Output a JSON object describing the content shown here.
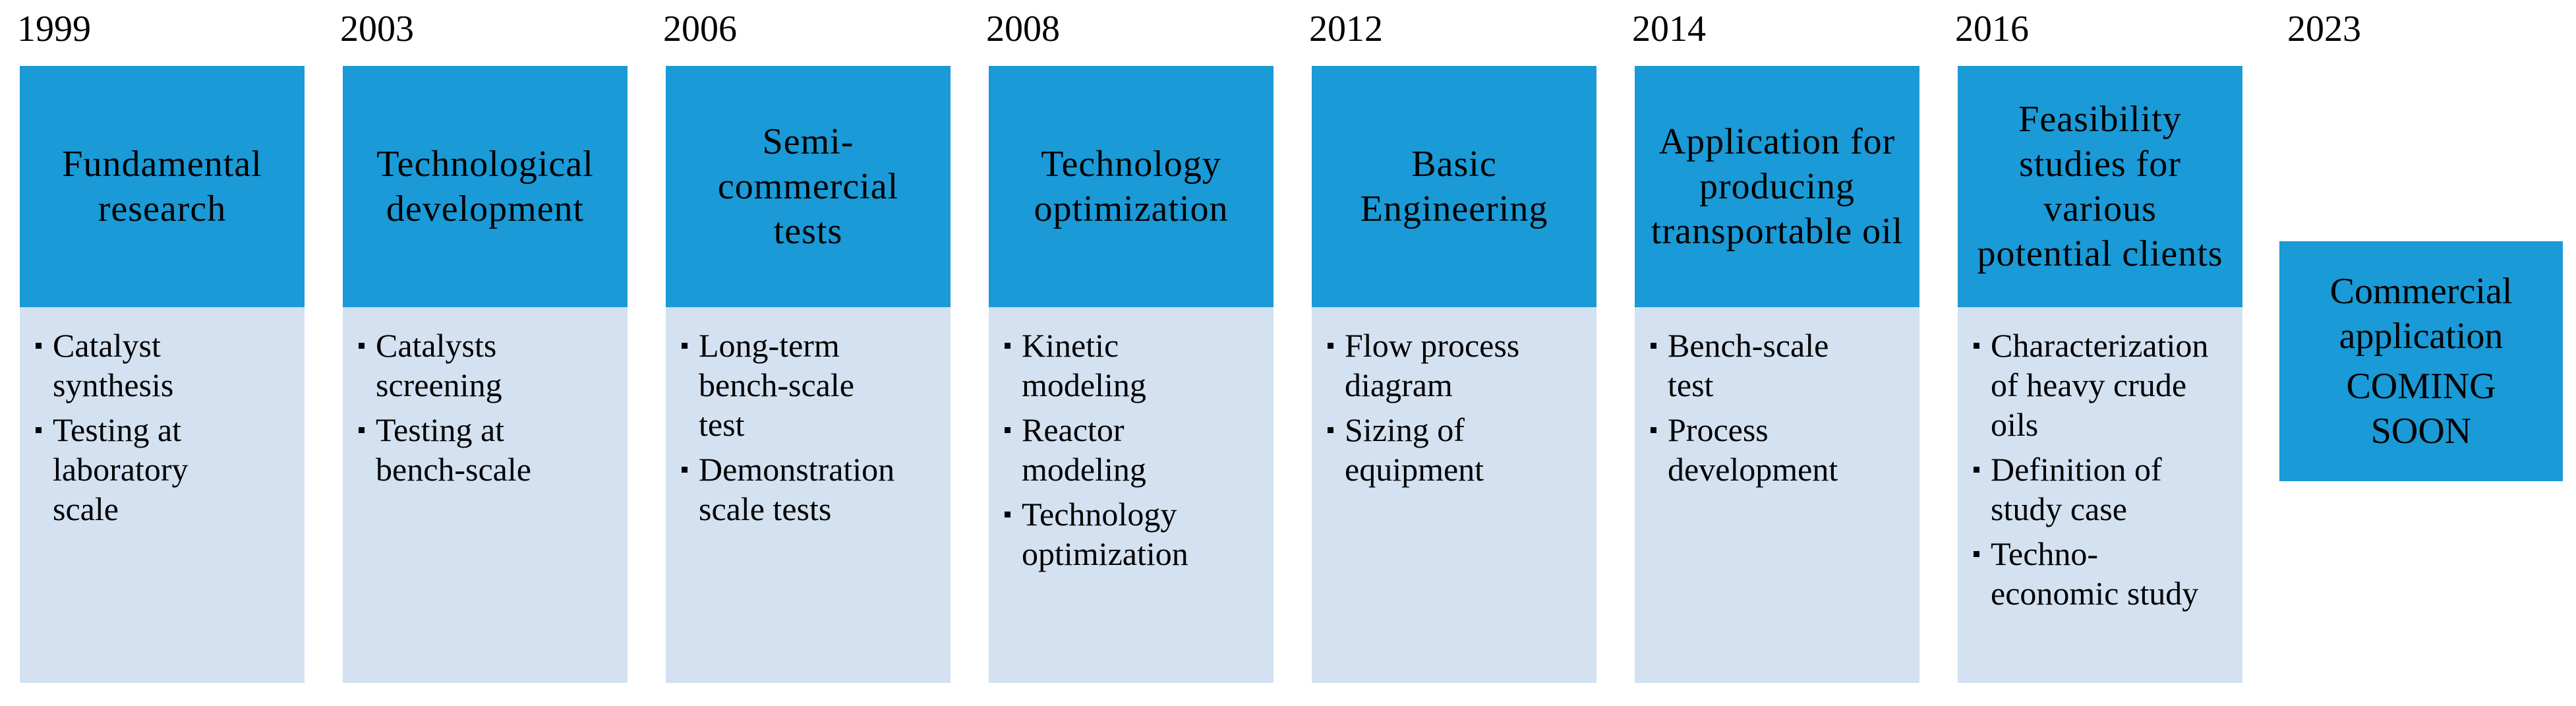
{
  "stages": [
    {
      "year": "1999",
      "title_lines": [
        "Fundamental",
        "research"
      ],
      "bullets": [
        {
          "lines": [
            "Catalyst",
            "synthesis"
          ]
        },
        {
          "lines": [
            "Testing at",
            "laboratory",
            "scale"
          ]
        }
      ]
    },
    {
      "year": "2003",
      "title_lines": [
        "Technological",
        "development"
      ],
      "bullets": [
        {
          "lines": [
            "Catalysts",
            "screening"
          ]
        },
        {
          "lines": [
            "Testing at",
            "bench-scale"
          ]
        }
      ]
    },
    {
      "year": "2006",
      "title_lines": [
        "Semi-",
        "commercial",
        "tests"
      ],
      "bullets": [
        {
          "lines": [
            "Long-term",
            "bench-scale",
            "test"
          ]
        },
        {
          "lines": [
            "Demonstration",
            "scale tests"
          ]
        }
      ]
    },
    {
      "year": "2008",
      "title_lines": [
        "Technology",
        "optimization"
      ],
      "bullets": [
        {
          "lines": [
            "Kinetic",
            "modeling"
          ]
        },
        {
          "lines": [
            "Reactor",
            "modeling"
          ]
        },
        {
          "lines": [
            "Technology",
            "optimization"
          ]
        }
      ]
    },
    {
      "year": "2012",
      "title_lines": [
        "Basic",
        "Engineering"
      ],
      "bullets": [
        {
          "lines": [
            "Flow process",
            "diagram"
          ]
        },
        {
          "lines": [
            "Sizing of",
            "equipment"
          ]
        }
      ]
    },
    {
      "year": "2014",
      "title_lines": [
        "Application for",
        "producing",
        "transportable oil"
      ],
      "bullets": [
        {
          "lines": [
            "Bench-scale",
            "test"
          ]
        },
        {
          "lines": [
            "Process",
            "development"
          ]
        }
      ]
    },
    {
      "year": "2016",
      "title_lines": [
        "Feasibility",
        "studies for",
        "various",
        "potential clients"
      ],
      "bullets": [
        {
          "lines": [
            "Characterization",
            "of heavy crude",
            "oils"
          ]
        },
        {
          "lines": [
            "Definition of",
            "study case"
          ]
        },
        {
          "lines": [
            "Techno-",
            "economic study"
          ]
        }
      ]
    }
  ],
  "final": {
    "year": "2023",
    "title_lines": [
      "Commercial",
      "application"
    ],
    "status_lines": [
      "COMING",
      "SOON"
    ]
  },
  "colors": {
    "header_fill": "#1a9ad6",
    "body_fill": "#d3e1f1",
    "text": "#000000"
  }
}
